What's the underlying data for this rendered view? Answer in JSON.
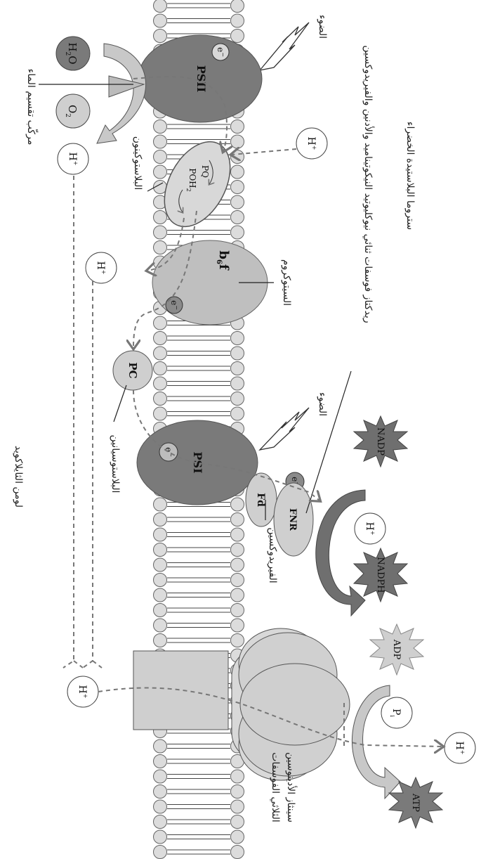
{
  "labels": {
    "stroma": "ستروما البلاستيدة الخضراء",
    "nadp_reductase": "ريدكتاز فوسفات ثنائي نيوكليوتيد النيكوتيناميد والأدنين والفيريدوكسين",
    "light_top": "الضوء",
    "light_psi": "الضوء",
    "cytochrome": "السيتوكروم",
    "water_splitting": "مركّب تقسيم الماء",
    "plastoquinone": "البلاستوكينون",
    "plastocyanin": "البلاستوسيانين",
    "ferredoxin": "الفيريدوكسين",
    "lumen": "لومن الثايلاكويد",
    "atp_synthase_1": "سينثاز الأدينوسين",
    "atp_synthase_2": "الثلاثي الفوسفات"
  },
  "complexes": {
    "psii": "PSII",
    "b6f_main": "b",
    "b6f_sub": "6",
    "b6f_end": "f",
    "psi": "PSI",
    "pc": "PC",
    "fd": "Fd",
    "fnr": "FNR"
  },
  "molecules": {
    "h2o_h": "H",
    "h2o_sub": "2",
    "h2o_o": "O",
    "o2_o": "O",
    "o2_sub": "2",
    "pq": "PQ",
    "poh2_main": "POH",
    "poh2_sub": "2",
    "electron": "e",
    "electron_sign": "−",
    "proton": "H",
    "proton_sign": "+",
    "nadp": "NADP",
    "nadph": "NADPH",
    "adp": "ADP",
    "pi_main": "P",
    "pi_sub": "i",
    "atp": "ATP"
  },
  "colors": {
    "membrane_circle": "#dcdcdc",
    "psii": "#7a7a7a",
    "psi": "#7a7a7a",
    "b6f": "#bfbfbf",
    "light_gray": "#cfcfcf",
    "arrow_dark": "#6f6f6f",
    "arrow_light": "#bdbdbd",
    "dashed": "#777777"
  }
}
